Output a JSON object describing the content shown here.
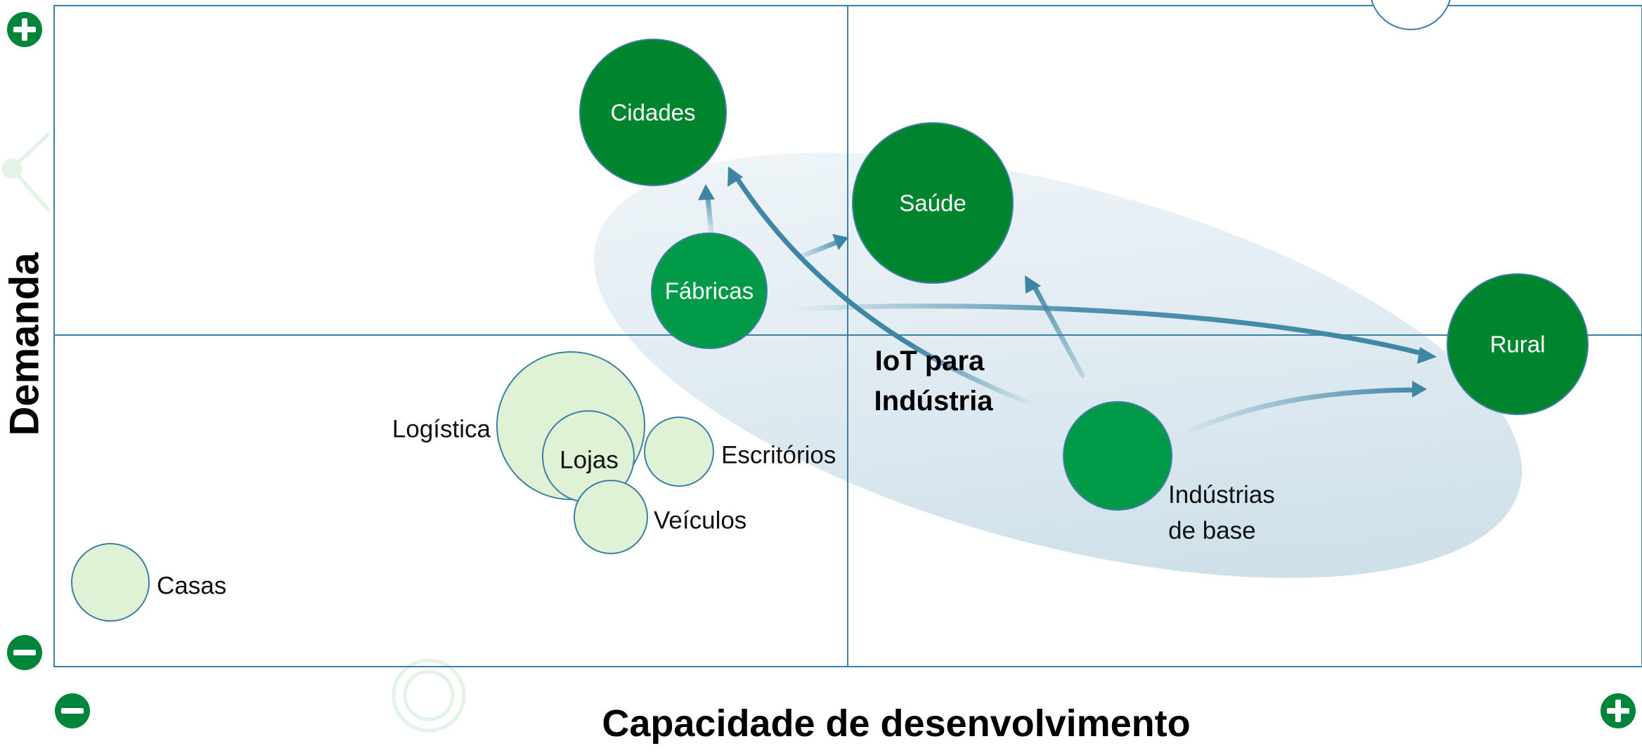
{
  "axes": {
    "y_title": "Demanda",
    "x_title": "Capacidade de desenvolvimento",
    "low_sign": "minus-icon",
    "high_sign": "plus-icon"
  },
  "highlight_label": [
    "IoT para",
    "Indústria"
  ],
  "segments": [
    {
      "id": "cidades",
      "label": [
        "Cidades"
      ],
      "group": "industria-alvo"
    },
    {
      "id": "saude",
      "label": [
        "Saúde"
      ],
      "group": "industria-alvo"
    },
    {
      "id": "fabricas",
      "label": [
        "Fábricas"
      ],
      "group": "industria-origem"
    },
    {
      "id": "rural",
      "label": [
        "Rural"
      ],
      "group": "industria-alvo"
    },
    {
      "id": "industrias-base",
      "label": [
        "Indústrias",
        "de base"
      ],
      "group": "industria-origem"
    },
    {
      "id": "logistica",
      "label": [
        "Logística"
      ],
      "group": "outros"
    },
    {
      "id": "lojas",
      "label": [
        "Lojas"
      ],
      "group": "outros"
    },
    {
      "id": "escritorios",
      "label": [
        "Escritórios"
      ],
      "group": "outros"
    },
    {
      "id": "veiculos",
      "label": [
        "Veículos"
      ],
      "group": "outros"
    },
    {
      "id": "casas",
      "label": [
        "Casas"
      ],
      "group": "outros"
    }
  ],
  "colors": {
    "dark_green": "#00852f",
    "mid_green": "#009a48",
    "pale_green": "#e0f2d5",
    "circle_stroke": "#3d7fa5",
    "axis_line": "#3d7fa5",
    "arrow": "#3d86a5",
    "ellipse": "#c9dde8"
  }
}
